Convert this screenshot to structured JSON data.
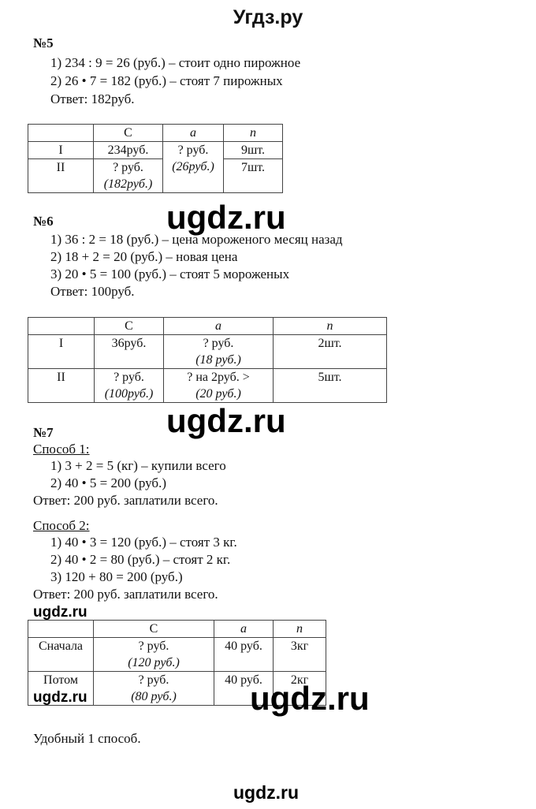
{
  "header": {
    "title": "Угдз.ру"
  },
  "task5": {
    "number": "№5",
    "steps": [
      "1) 234 : 9 = 26 (руб.) – стоит одно пирожное",
      "2) 26 • 7 = 182 (руб.) – стоят 7 пирожных"
    ],
    "answer": "Ответ: 182руб.",
    "table": {
      "headers": [
        "",
        "C",
        "a",
        "n"
      ],
      "rows": [
        {
          "label": "I",
          "c": "234руб.",
          "c_note": "",
          "a": "? руб.",
          "a_note": "(26руб.)",
          "n": "9шт."
        },
        {
          "label": "II",
          "c": "? руб.",
          "c_note": "(182руб.)",
          "n": "7шт."
        }
      ]
    }
  },
  "task6": {
    "number": "№6",
    "steps": [
      "1) 36 : 2 = 18 (руб.) – цена мороженого месяц назад",
      "2) 18 + 2 = 20 (руб.) – новая цена",
      "3) 20 • 5 = 100 (руб.) – стоят 5 мороженых"
    ],
    "answer": "Ответ: 100руб.",
    "table": {
      "headers": [
        "",
        "C",
        "a",
        "n"
      ],
      "rows": [
        {
          "label": "I",
          "c": "36руб.",
          "c_note": "",
          "a": "? руб.",
          "a_note": "(18 руб.)",
          "n": "2шт."
        },
        {
          "label": "II",
          "c": "? руб.",
          "c_note": "(100руб.)",
          "a": "? на 2руб. >",
          "a_note": "(20 руб.)",
          "n": "5шт."
        }
      ]
    }
  },
  "task7": {
    "number": "№7",
    "method1": {
      "title": "Способ 1:",
      "steps": [
        "1) 3 + 2 = 5 (кг) – купили всего",
        "2) 40 • 5 = 200 (руб.)"
      ],
      "answer": "Ответ: 200 руб. заплатили всего."
    },
    "method2": {
      "title": "Способ 2:",
      "steps": [
        "1) 40 • 3 = 120 (руб.) – стоят 3 кг.",
        "2) 40 • 2 = 80 (руб.) – стоят 2 кг.",
        "3) 120 + 80 = 200 (руб.)"
      ],
      "answer": "Ответ: 200 руб. заплатили всего."
    },
    "table": {
      "headers": [
        "",
        "C",
        "a",
        "n"
      ],
      "rows": [
        {
          "label": "Сначала",
          "c": "? руб.",
          "c_note": "(120 руб.)",
          "a": "40 руб.",
          "n": "3кг"
        },
        {
          "label": "Потом",
          "c": "? руб.",
          "c_note": "(80 руб.)",
          "a": "40 руб.",
          "n": "2кг"
        }
      ]
    },
    "conclusion": "Удобный 1 способ."
  },
  "watermarks": {
    "text": "ugdz.ru"
  }
}
